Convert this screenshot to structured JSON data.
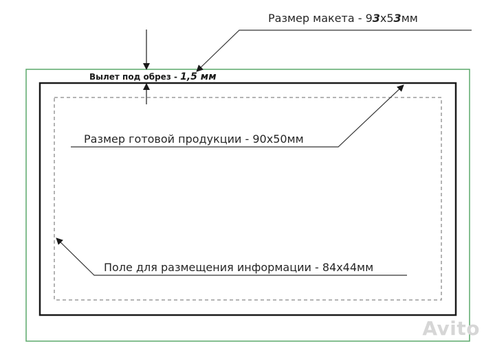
{
  "labels": {
    "layout_size_prefix": "Размер макета - 9",
    "layout_size_digit1": "3",
    "layout_size_mid": "х5",
    "layout_size_digit2": "3",
    "layout_size_suffix": "мм",
    "bleed_prefix": "Вылет под обрез - ",
    "bleed_value": "1,5 мм",
    "finished_size": "Размер готовой продукции - 90х50мм",
    "info_area": "Поле для размещения информации - 84х44мм"
  },
  "watermark": "Avito",
  "colors": {
    "outer_border": "#5aa86a",
    "trim_border": "#1a1a1a",
    "safe_zone_dash": "#9a9a9a",
    "leader_line": "#333333"
  }
}
